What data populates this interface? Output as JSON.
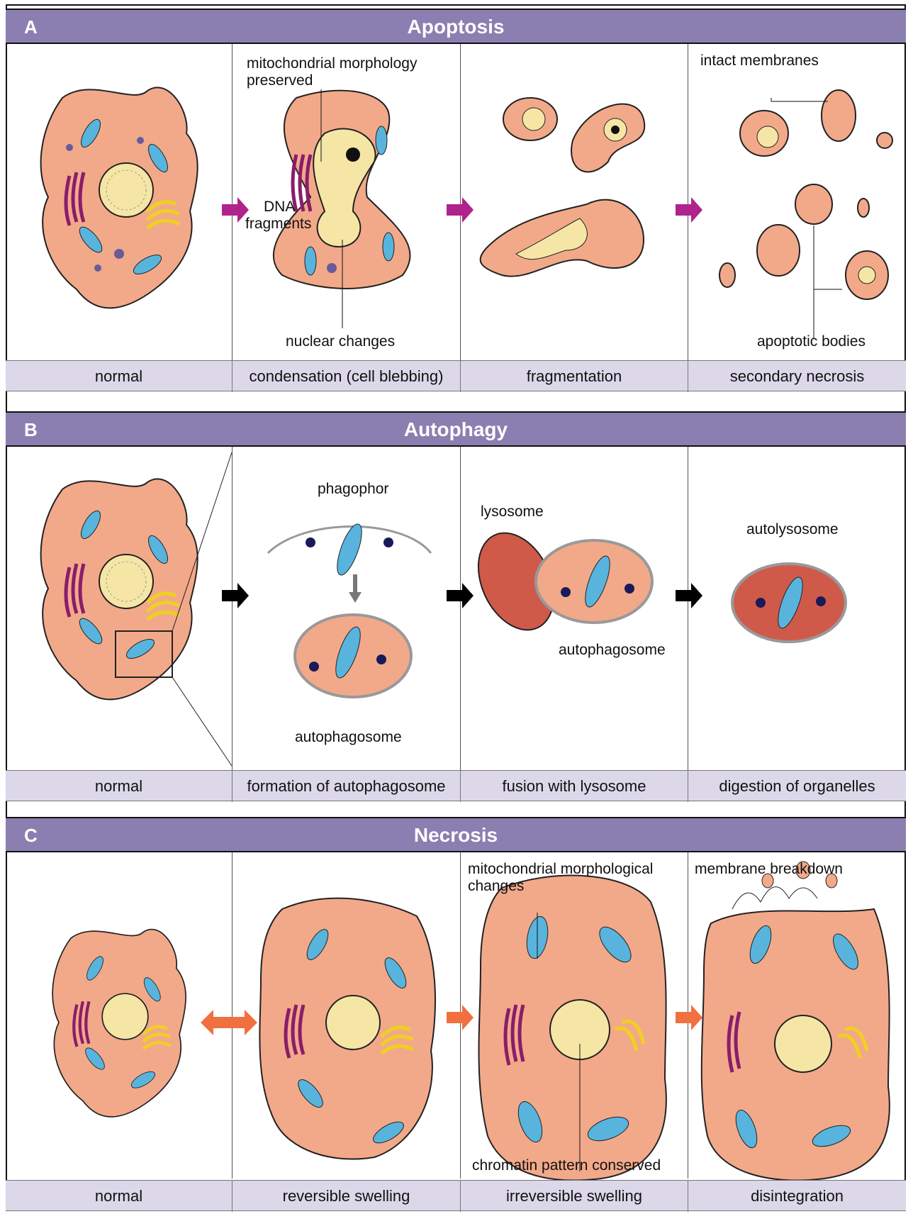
{
  "sections": {
    "a": {
      "letter": "A",
      "title": "Apoptosis",
      "captions": [
        "normal",
        "condensation (cell blebbing)",
        "fragmentation",
        "secondary necrosis"
      ],
      "labels": {
        "mito_line1": "mitochondrial morphology",
        "mito_line2": "preserved",
        "dna_line1": "DNA",
        "dna_line2": "fragments",
        "nuclear": "nuclear changes",
        "intact": "intact membranes",
        "bodies": "apoptotic bodies"
      },
      "arrow_color": "#b0228c"
    },
    "b": {
      "letter": "B",
      "title": "Autophagy",
      "captions": [
        "normal",
        "formation of autophagosome",
        "fusion with lysosome",
        "digestion of organelles"
      ],
      "labels": {
        "phagophor": "phagophor",
        "autophagosome_1": "autophagosome",
        "lysosome": "lysosome",
        "autophagosome_2": "autophagosome",
        "autolysosome": "autolysosome"
      },
      "arrow_color": "#000000"
    },
    "c": {
      "letter": "C",
      "title": "Necrosis",
      "captions": [
        "normal",
        "reversible swelling",
        "irreversible swelling",
        "disintegration"
      ],
      "labels": {
        "mito_line1": "mitochondrial morphological",
        "mito_line2": "changes",
        "chromatin": "chromatin pattern conserved",
        "membrane": "membrane breakdown"
      },
      "arrow_color": "#f07040"
    }
  },
  "colors": {
    "header": "#8a7fb0",
    "caption_bg": "#dcd8ea",
    "cell": "#f2a98a",
    "nucleus": "#f6e6a6",
    "mitochondria": "#58b4dc",
    "er": "#8a1d6a",
    "golgi": "#f0d020",
    "vesicle": "#6a5a9a",
    "lysosome": "#d05a4a"
  }
}
